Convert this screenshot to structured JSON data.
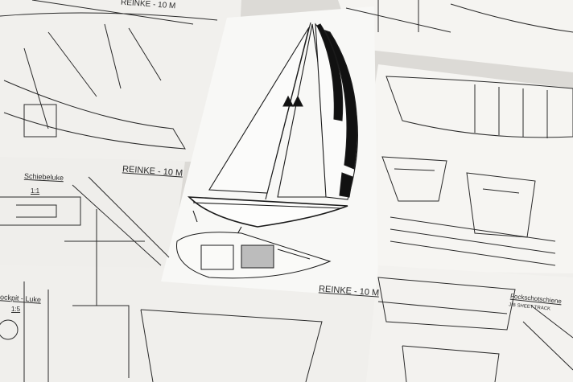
{
  "photo": {
    "subject": "sailboat-blueprints",
    "colors": {
      "paper": "#f4f3f0",
      "ink": "#1e1e1e",
      "shadow": "#cfcdc8"
    }
  },
  "labels": {
    "title_top_left": "REINKE - 10 M",
    "title_center": "REINKE - 10 M",
    "title_left_mid": "REINKE - 10 M",
    "sliding_hatch": "Schiebeluke",
    "sliding_hatch_scale": "1:1",
    "jib_track": "Fockschotschiene",
    "jib_track_en": "JIB SHEET TRACK",
    "cockpit_hatch": "ockpit - Luke",
    "scale_small": "1:5"
  }
}
